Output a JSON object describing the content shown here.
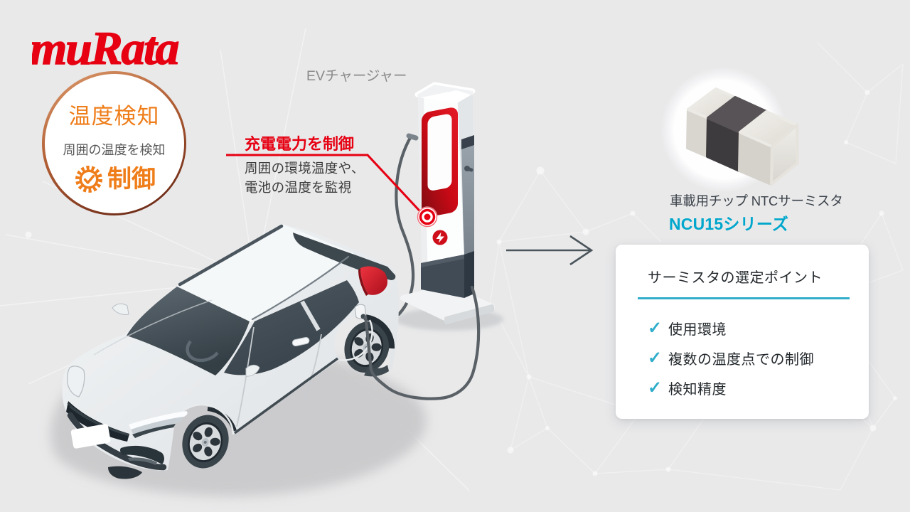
{
  "logo": {
    "text": "muRata"
  },
  "badge": {
    "title": "温度検知",
    "subtitle": "周囲の温度を検知",
    "control_label": "制御",
    "icon": "gear-check-icon"
  },
  "charger": {
    "label": "EVチャージャー"
  },
  "callout": {
    "title": "充電電力を制御",
    "line1": "周囲の環境温度や、",
    "line2": "電池の温度を監視"
  },
  "chip": {
    "caption": "車載用チップ NTCサーミスタ",
    "series": "NCU15シリーズ"
  },
  "card": {
    "title": "サーミスタの選定ポイント",
    "items": [
      {
        "check": "✓",
        "label": "使用環境"
      },
      {
        "check": "✓",
        "label": "複数の温度点での制御"
      },
      {
        "check": "✓",
        "label": "検知精度"
      }
    ]
  },
  "colors": {
    "red": "#e60012",
    "orange": "#ef7d1a",
    "cyan": "#00a7cc",
    "teal": "#2fadca",
    "background": "#e9e9ea",
    "arrow": "#4b555c"
  }
}
